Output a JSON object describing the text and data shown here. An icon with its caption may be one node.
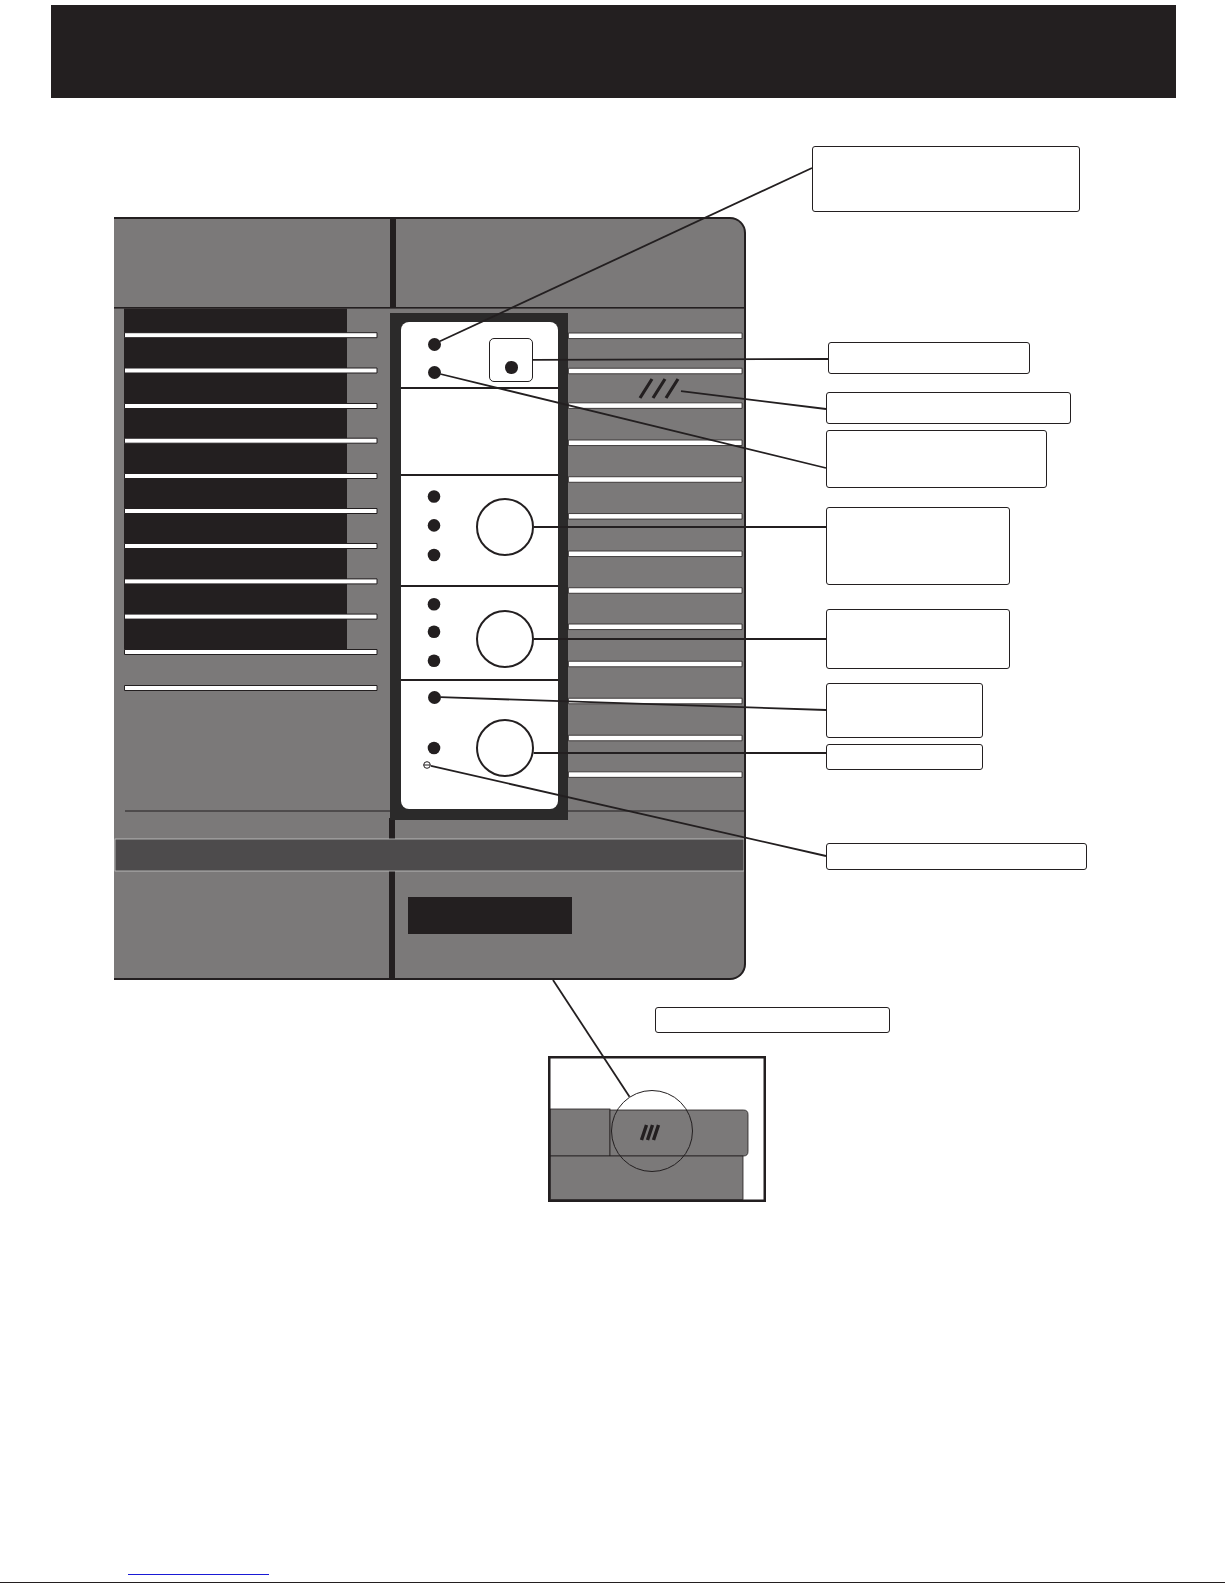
{
  "diagram": {
    "nodes": [
      {
        "text": [],
        "shape": "box"
      },
      {
        "text": [],
        "shape": "circle",
        "in": 0
      },
      {
        "text": [],
        "shape": "box",
        "in": 0
      },
      {
        "text": [],
        "shape": "circle",
        "in": 0
      },
      {
        "text": [],
        "shape": "picture",
        "in": 0
      },
      {
        "text": [],
        "shape": "circle",
        "in": 0
      },
      {
        "text": [],
        "shape": "circle",
        "in": 0
      },
      {
        "text": [],
        "shape": "circle",
        "in": 0
      },
      {
        "text": [],
        "shape": "circle",
        "in": 0
      },
      {
        "text": [],
        "shape": "picture",
        "in": 0
      },
      {
        "text": [],
        "shape": "box"
      },
      {
        "text": [],
        "shape": "box"
      },
      {
        "text": [],
        "shape": "box"
      },
      {
        "text": [],
        "shape": "box"
      },
      {
        "text": [],
        "shape": "box"
      },
      {
        "text": [],
        "shape": "box"
      },
      {
        "text": [],
        "shape": "box"
      },
      {
        "text": [],
        "shape": "box"
      },
      {
        "text": [],
        "shape": "box"
      },
      {
        "text": [],
        "shape": "box"
      },
      {
        "text": [],
        "shape": "circle"
      }
    ],
    "edges": [
      {
        "from": 10,
        "to": 1,
        "arrow": "none"
      },
      {
        "from": 11,
        "to": 2,
        "arrow": "none"
      },
      {
        "from": 12,
        "to": 4,
        "arrow": "none"
      },
      {
        "from": 13,
        "to": 3,
        "arrow": "none"
      },
      {
        "from": 14,
        "to": 5,
        "arrow": "none"
      },
      {
        "from": 15,
        "to": 6,
        "arrow": "none"
      },
      {
        "from": 16,
        "to": 7,
        "arrow": "none"
      },
      {
        "from": 17,
        "to": 8,
        "arrow": "none"
      },
      {
        "from": 18,
        "to": 9,
        "arrow": "none"
      },
      {
        "from": 0,
        "to": 20,
        "arrow": "none"
      }
    ]
  }
}
